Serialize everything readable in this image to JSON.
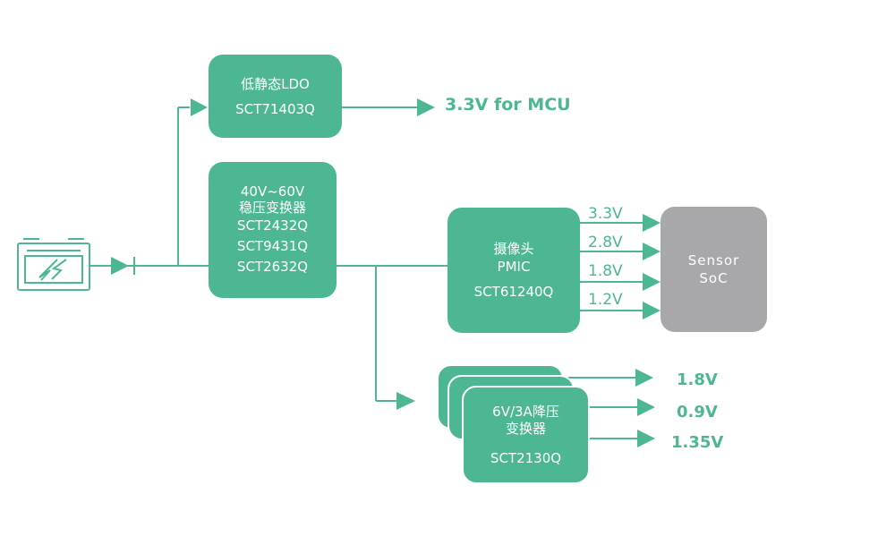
{
  "ldo": {
    "line1": "低静态LDO",
    "line2": "SCT71403Q"
  },
  "mcu_output": "3.3V for  MCU",
  "regulator": {
    "line1": "40V~60V",
    "line2": "稳压变换器",
    "part1": "SCT2432Q",
    "part2": "SCT9431Q",
    "part3": "SCT2632Q"
  },
  "pmic": {
    "line1": "摄像头",
    "line2": "PMIC",
    "part": "SCT61240Q"
  },
  "pmic_rails": [
    "3.3V",
    "2.8V",
    "1.8V",
    "1.2V"
  ],
  "sensor": {
    "line1": "Sensor",
    "line2": "SoC"
  },
  "buck": {
    "line1": "6V/3A降压",
    "line2": "变换器",
    "part": "SCT2130Q"
  },
  "buck_outputs": [
    "1.8V",
    "0.9V",
    "1.35V"
  ],
  "colors": {
    "accent": "#4db794",
    "sensor": "#a8a8ab"
  }
}
